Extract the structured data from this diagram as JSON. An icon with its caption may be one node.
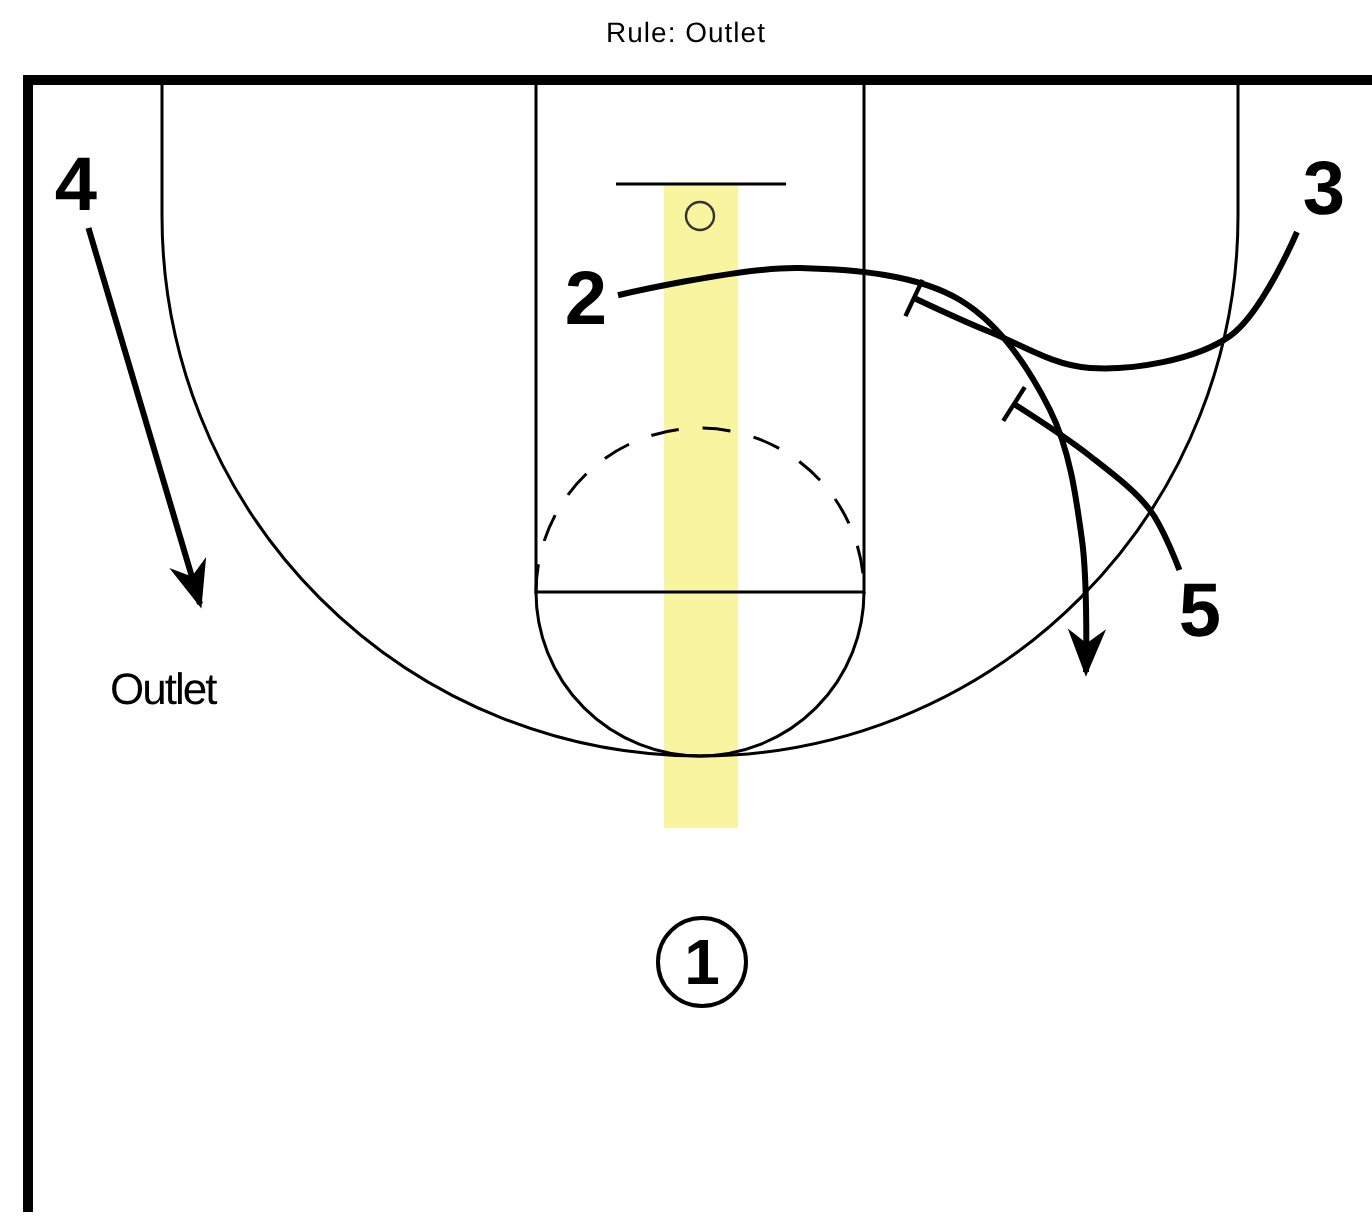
{
  "diagram": {
    "title": "Rule: Outlet",
    "nodes": [
      {
        "text": [
          "4"
        ]
      },
      {
        "text": [
          "3"
        ]
      },
      {
        "text": [
          "2"
        ]
      },
      {
        "text": [
          "5"
        ]
      },
      {
        "text": [
          "1"
        ]
      }
    ],
    "edges": [
      {
        "from": 0,
        "to": null,
        "arrow": "to"
      },
      {
        "from": 2,
        "to": null,
        "arrow": "to"
      },
      {
        "from": 1,
        "to": null,
        "arrow": "other"
      },
      {
        "from": 3,
        "to": null,
        "arrow": "other"
      }
    ],
    "labels": [
      "Outlet"
    ]
  }
}
